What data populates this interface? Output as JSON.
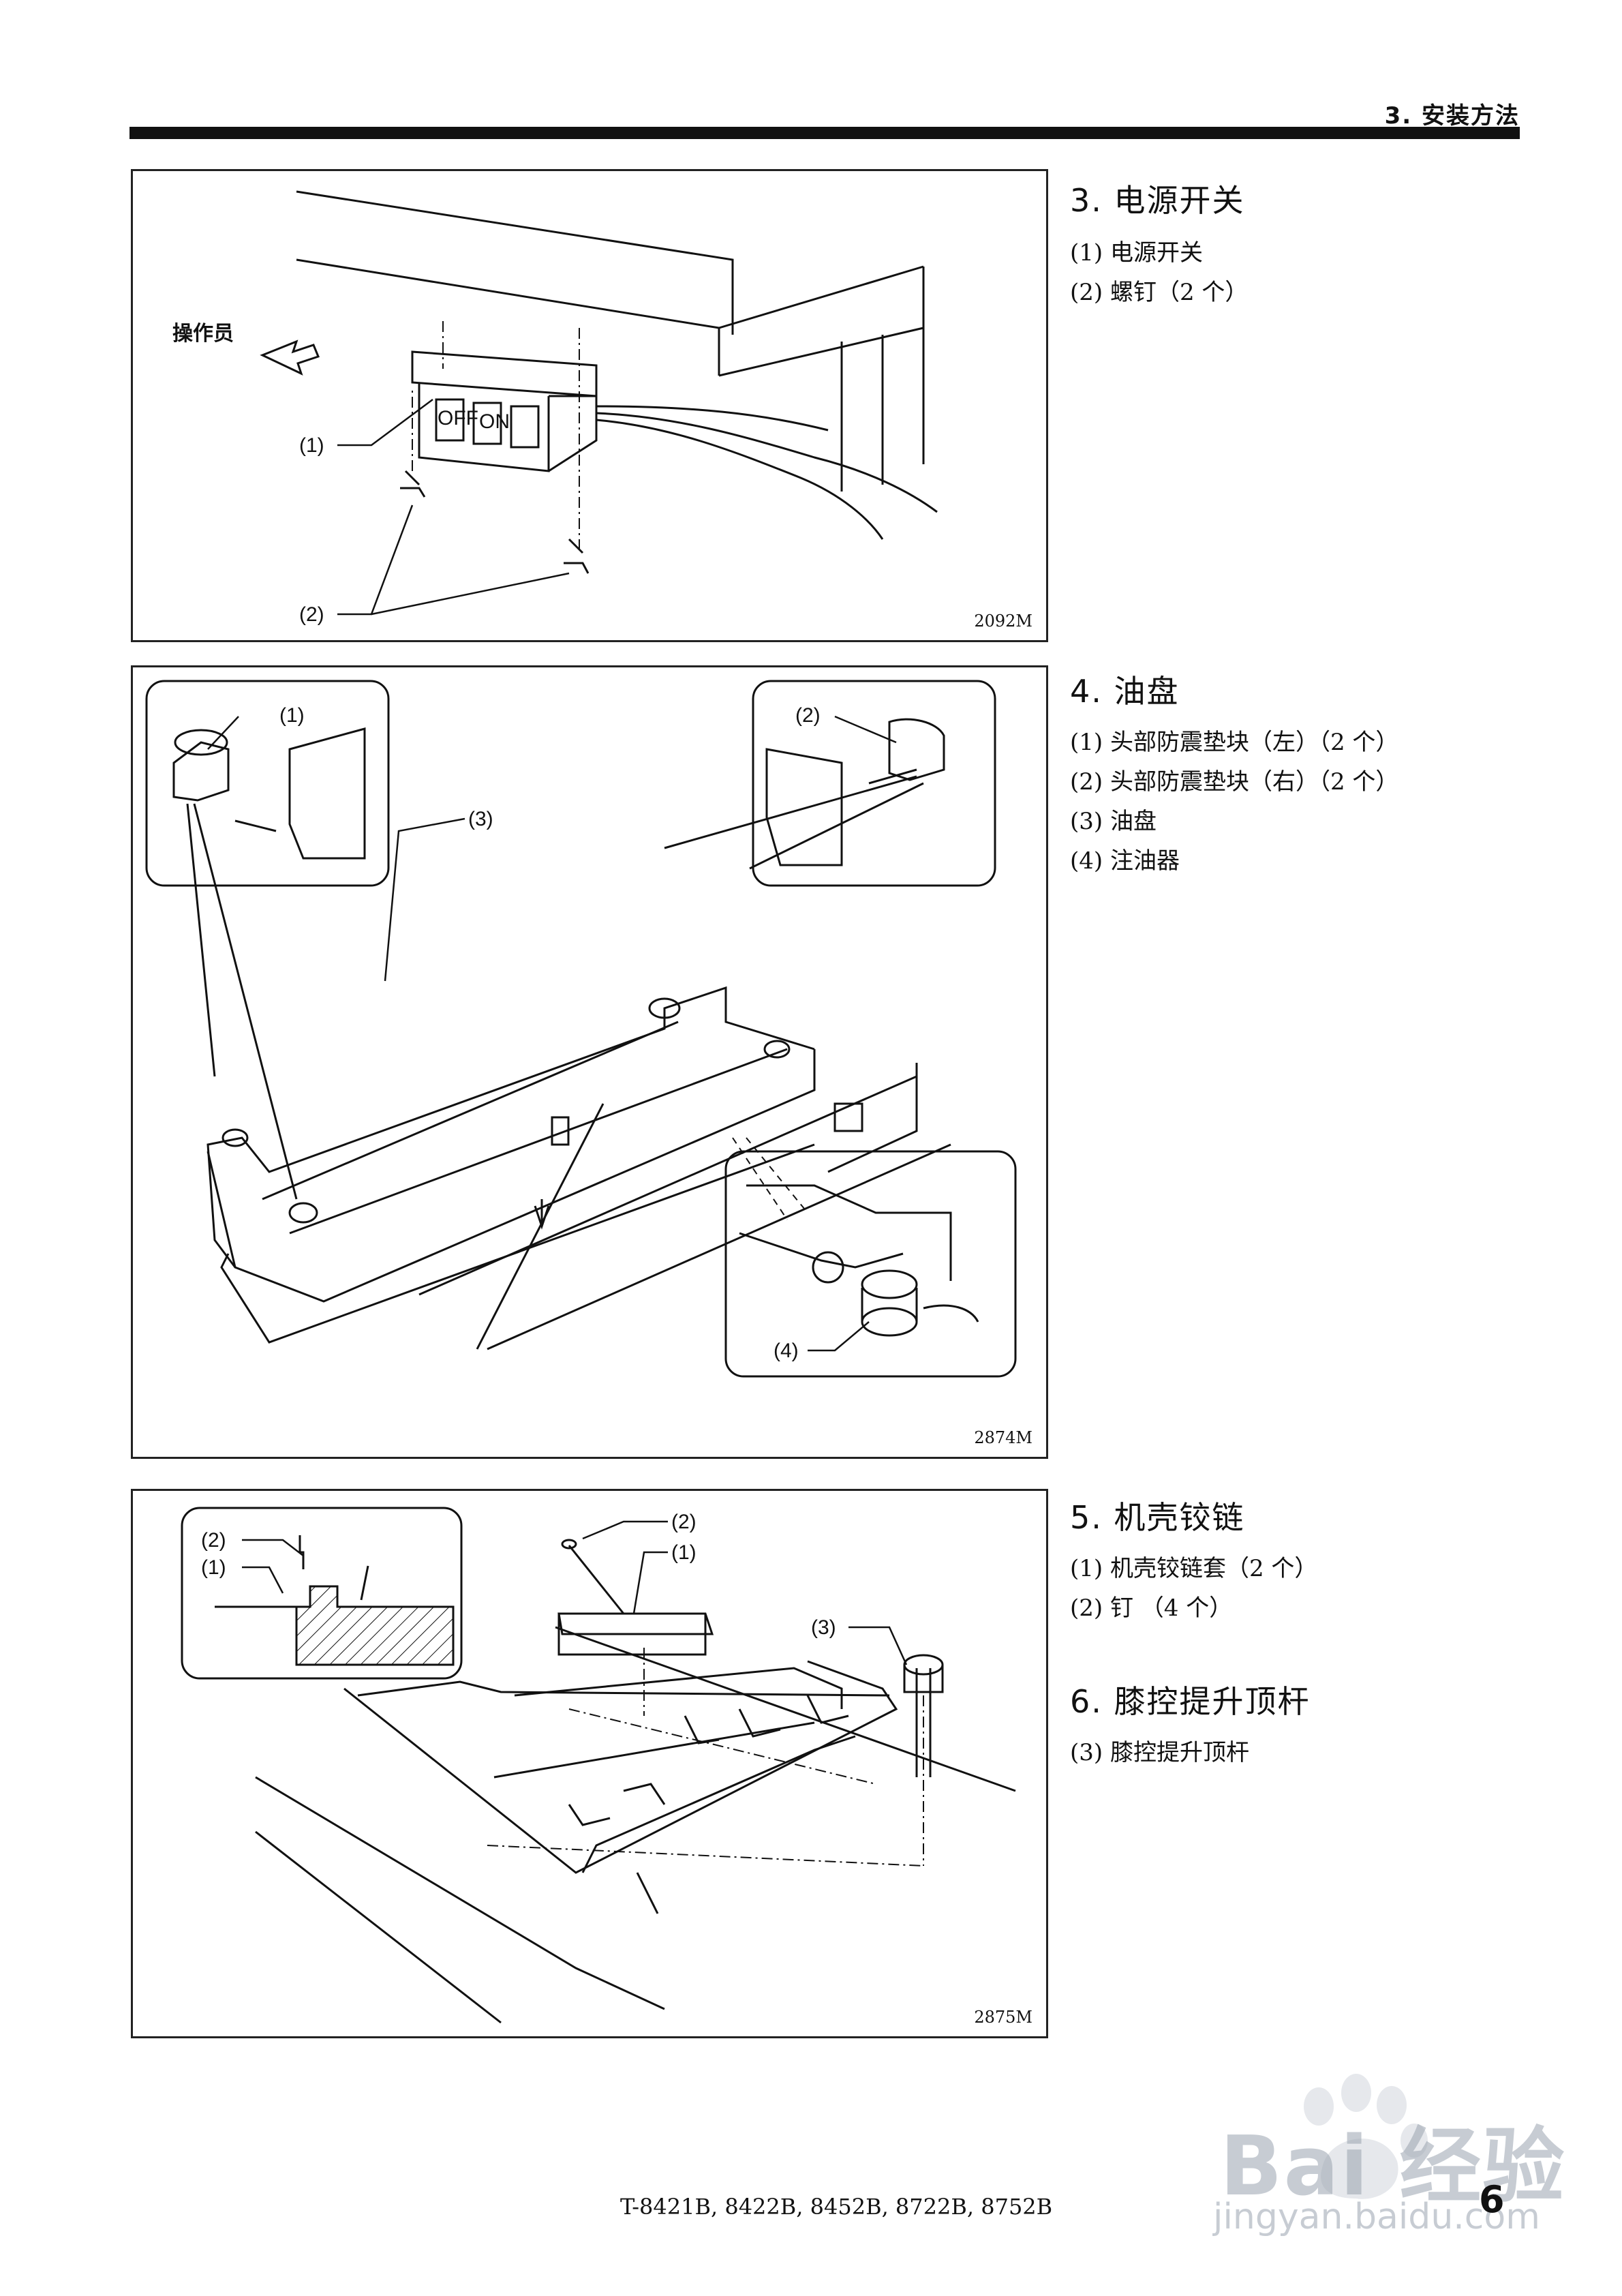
{
  "header": {
    "section": "3. 安装方法"
  },
  "figures": [
    {
      "code": "2092M",
      "operator_label": "操作员",
      "callouts": [
        "(1)",
        "(2)"
      ],
      "switch_labels": [
        "OFF",
        "ON"
      ]
    },
    {
      "code": "2874M",
      "callouts": [
        "(1)",
        "(2)",
        "(3)",
        "(4)"
      ]
    },
    {
      "code": "2875M",
      "callouts": [
        "(2)",
        "(1)",
        "(2)",
        "(1)",
        "(3)"
      ]
    }
  ],
  "sections": [
    {
      "title": "3. 电源开关",
      "items": [
        "(1) 电源开关",
        "(2) 螺钉（2 个）"
      ]
    },
    {
      "title": "4. 油盘",
      "items": [
        "(1) 头部防震垫块（左）（2 个）",
        "(2) 头部防震垫块（右）（2 个）",
        "(3) 油盘",
        "(4) 注油器"
      ]
    },
    {
      "title": "5. 机壳铰链",
      "items": [
        "(1) 机壳铰链套（2 个）",
        "(2) 钉 （4 个）"
      ]
    },
    {
      "title": "6. 膝控提升顶杆",
      "items": [
        "(3) 膝控提升顶杆"
      ]
    }
  ],
  "footer": {
    "models": "T-8421B, 8422B, 8452B, 8722B, 8752B",
    "page": "6"
  },
  "watermark": {
    "text": "Bai 经验",
    "url": "jingyan.baidu.com"
  }
}
